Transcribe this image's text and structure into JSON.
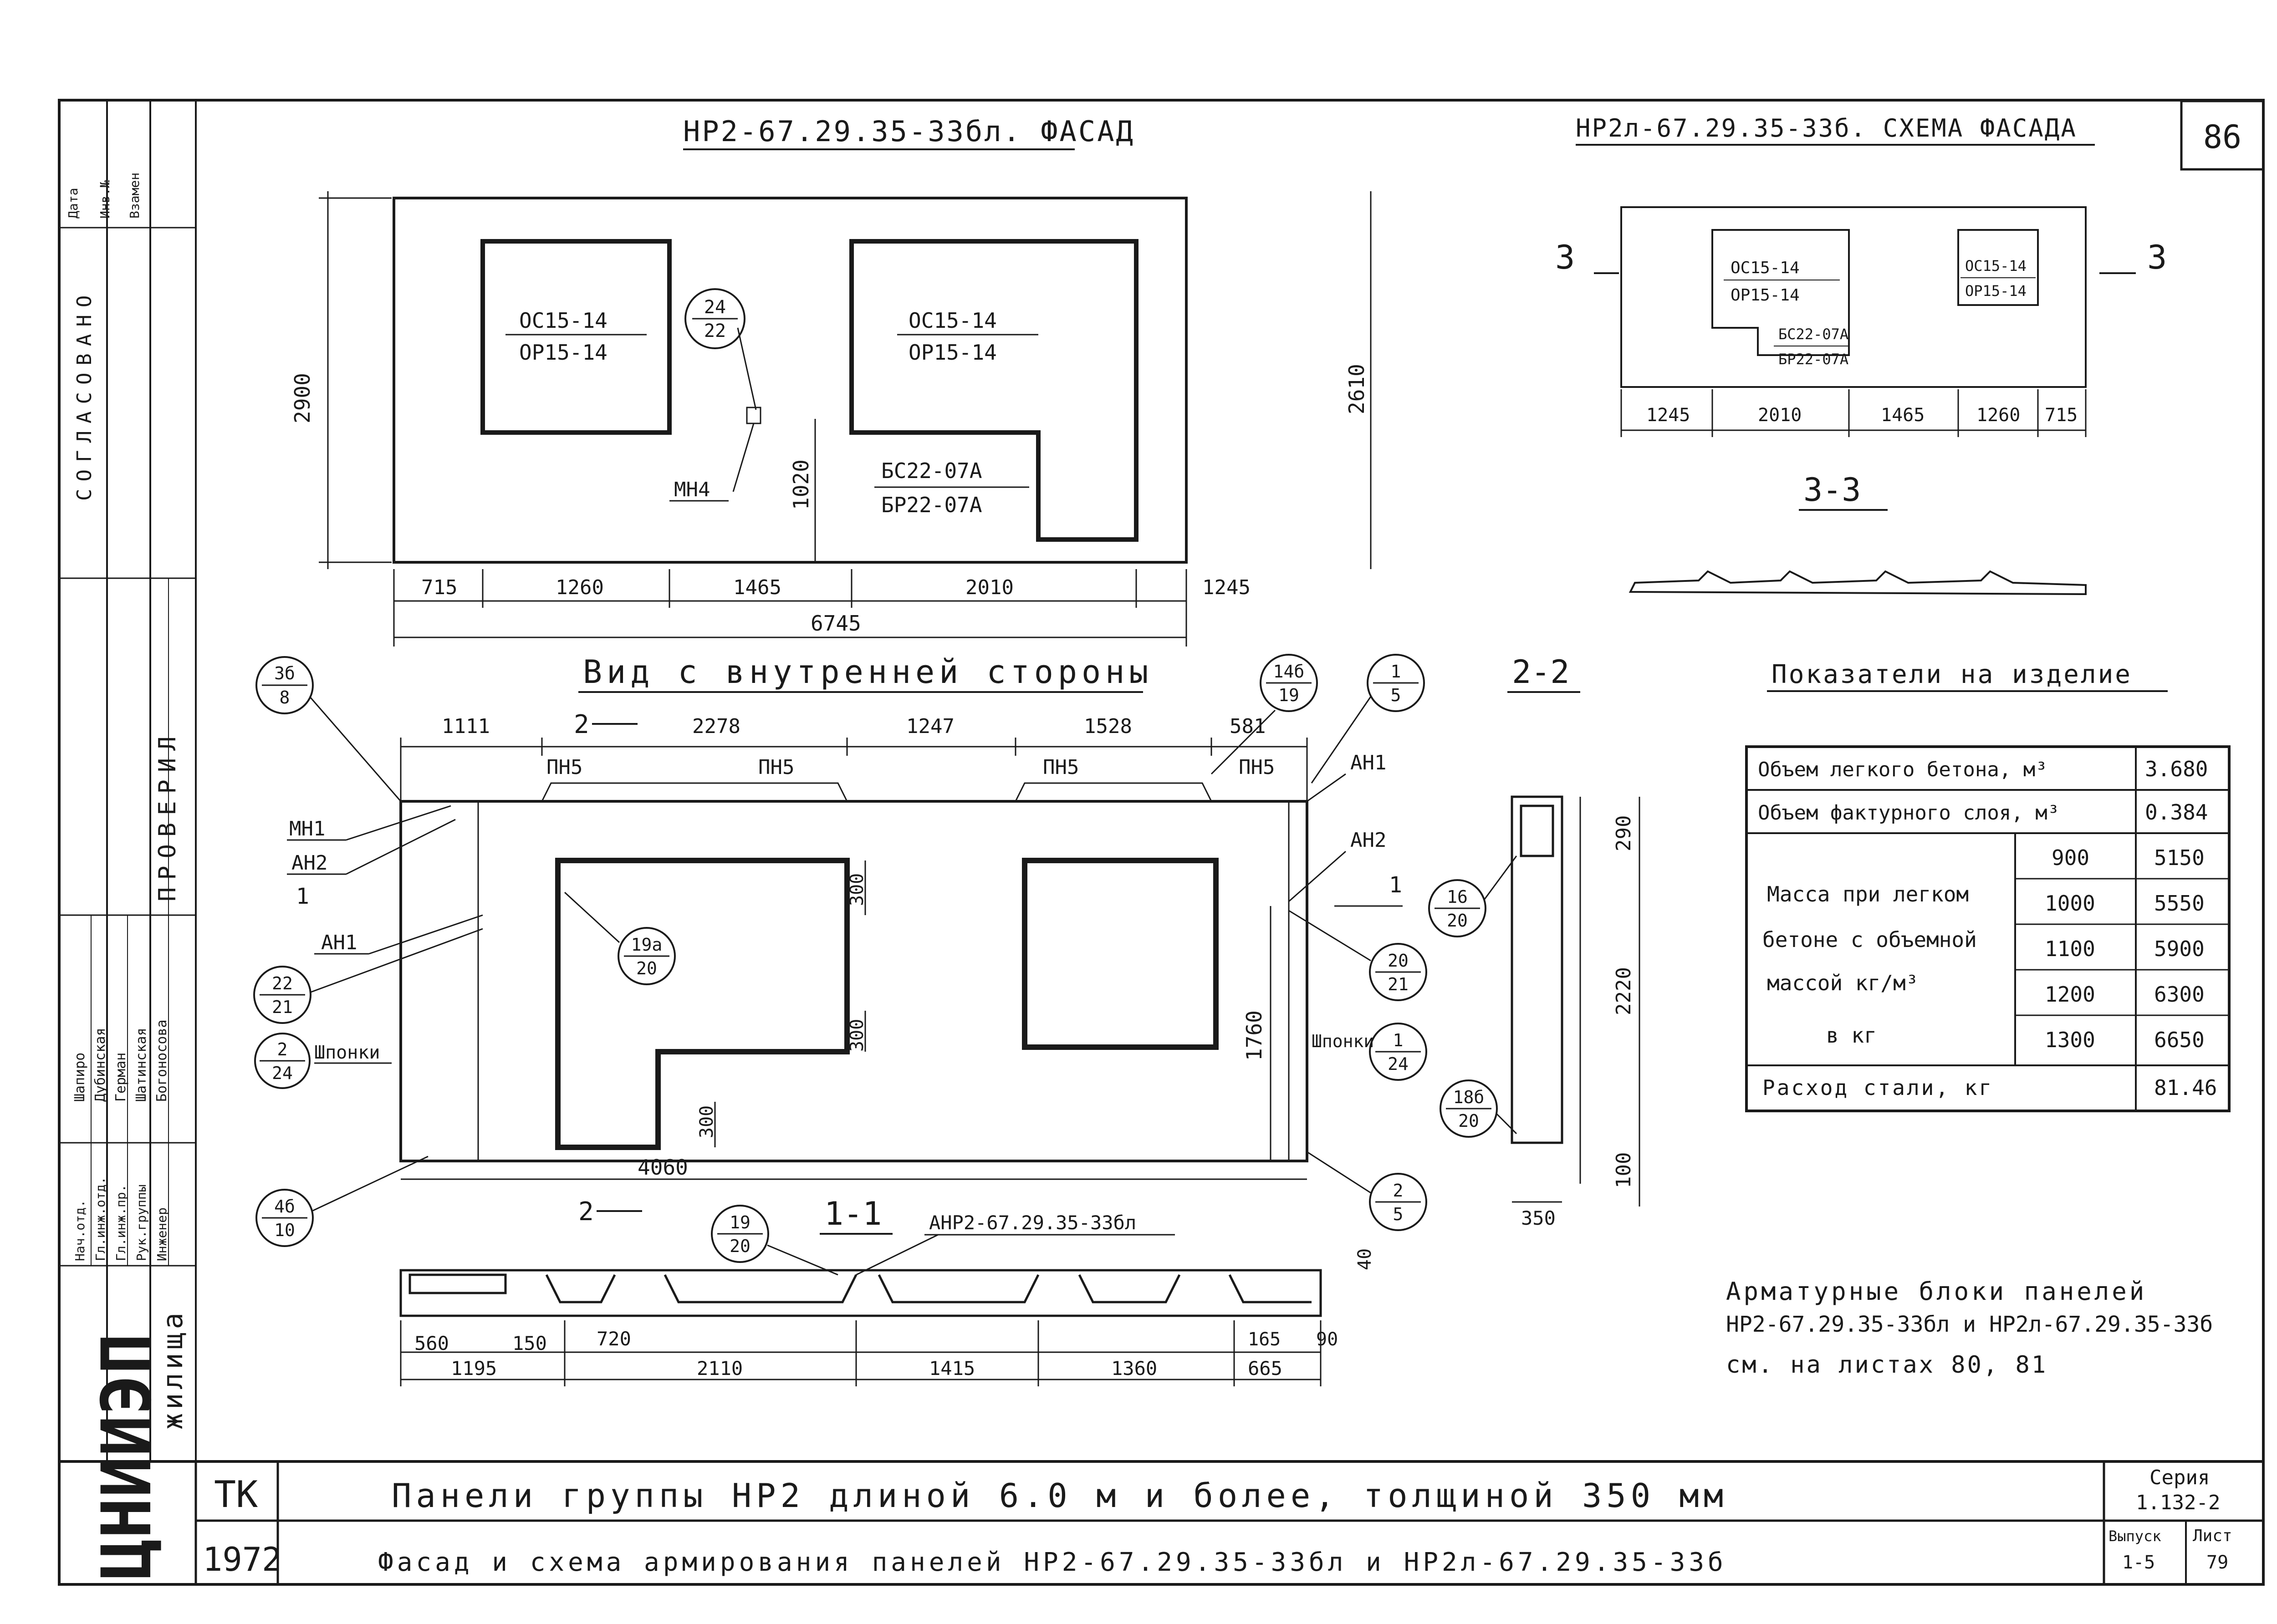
{
  "sheet_number": "86",
  "facade": {
    "title": "НР2-67.29.35-33бл. ФАСАД",
    "window1": {
      "top": "ОС15-14",
      "bottom": "ОР15-14"
    },
    "window2": {
      "top": "ОС15-14",
      "bottom": "ОР15-14"
    },
    "door": {
      "top": "БС22-07А",
      "bottom": "БР22-07А"
    },
    "callout": {
      "top": "24",
      "bottom": "22"
    },
    "mark_mn4": "МН4",
    "dim_height_left": "2900",
    "dim_height_right": "2610",
    "dim_1020": "1020",
    "dims_bottom": [
      "715",
      "1260",
      "1465",
      "2010",
      "1245"
    ],
    "dim_total": "6745"
  },
  "scheme": {
    "title": "НР2л-67.29.35-33б. СХЕМА ФАСАДА",
    "section_mark": "3",
    "window1": {
      "top": "ОС15-14",
      "bottom": "ОР15-14"
    },
    "window2": {
      "top": "ОС15-14",
      "bottom": "ОР15-14"
    },
    "door": {
      "top": "БС22-07А",
      "bottom": "БР22-07А"
    },
    "dims_bottom": [
      "1245",
      "2010",
      "1465",
      "1260",
      "715"
    ],
    "section_title": "3-3"
  },
  "inner_view": {
    "title": "Вид с внутренней стороны",
    "section_label": "2",
    "dims_top": [
      "1111",
      "2278",
      "1247",
      "1528",
      "581"
    ],
    "pn5_label": "ПН5",
    "callouts": [
      {
        "top": "3б",
        "bottom": "8"
      },
      {
        "top": "14б",
        "bottom": "19"
      },
      {
        "top": "1",
        "bottom": "5"
      },
      {
        "top": "19а",
        "bottom": "20"
      },
      {
        "top": "22",
        "bottom": "21"
      },
      {
        "top": "2",
        "bottom": "24"
      },
      {
        "top": "20",
        "bottom": "21"
      },
      {
        "top": "1",
        "bottom": "24"
      },
      {
        "top": "4б",
        "bottom": "10"
      },
      {
        "top": "2",
        "bottom": "5"
      }
    ],
    "labels": {
      "mn1": "МН1",
      "an2": "АН2",
      "an1": "АН1",
      "shponki": "Шпонки",
      "section_1": "1"
    },
    "dim_300_a": "300",
    "dim_300_b": "300",
    "dim_300_c": "300",
    "dim_1760": "1760",
    "dim_4060": "4060"
  },
  "section_2_2": {
    "title": "2-2",
    "callout_a": {
      "top": "16",
      "bottom": "20"
    },
    "callout_b": {
      "top": "18б",
      "bottom": "20"
    },
    "dims": [
      "290",
      "2220",
      "100",
      "350"
    ]
  },
  "section_1_1": {
    "title": "1-1",
    "block_label": "АНР2-67.29.35-33бл",
    "callout": {
      "top": "19",
      "bottom": "20"
    },
    "dim_40": "40",
    "dims_upper": [
      "560",
      "150",
      "720",
      "165",
      "90"
    ],
    "dims_lower": [
      "1195",
      "2110",
      "1415",
      "1360",
      "665"
    ]
  },
  "indicators": {
    "title": "Показатели на изделие",
    "rows": [
      {
        "label": "Объем легкого бетона, м³",
        "value": "3.680"
      },
      {
        "label": "Объем фактурного слоя, м³",
        "value": "0.384"
      }
    ],
    "mass_label": [
      "Масса при легком",
      "бетоне с объемной",
      "массой кг/м³",
      "в кг"
    ],
    "mass_rows": [
      {
        "density": "900",
        "mass": "5150"
      },
      {
        "density": "1000",
        "mass": "5550"
      },
      {
        "density": "1100",
        "mass": "5900"
      },
      {
        "density": "1200",
        "mass": "6300"
      },
      {
        "density": "1300",
        "mass": "6650"
      }
    ],
    "steel_label": "Расход стали, кг",
    "steel_value": "81.46"
  },
  "note": {
    "line1": "Арматурные блоки панелей",
    "line2": "НР2-67.29.35-33бл и НР2л-67.29.35-33б",
    "line3": "см. на листах 80, 81"
  },
  "title_block": {
    "code": "ТК",
    "year": "1972",
    "title_line1": "Панели группы НР2 длиной 6.0 м и более, толщиной 350 мм",
    "title_line2": "Фасад и схема армирования панелей НР2-67.29.35-33бл и НР2л-67.29.35-33б",
    "series_label": "Серия",
    "series_value": "1.132-2",
    "issue_label": "Выпуск",
    "issue_value": "1-5",
    "sheet_label": "Лист",
    "sheet_value": "79",
    "org": "ЦНИИЭП",
    "org2": "жилища"
  },
  "side_stamp": {
    "agreed": "СОГЛАСОВАНО",
    "checked": "ПРОВЕРИЛ",
    "small_headers": [
      "Дата",
      "Инв.№",
      "Взамен"
    ],
    "roles": [
      "Нач.отд.",
      "Гл.инж.отд.",
      "Гл.инж.пр.",
      "Рук.группы",
      "Инженер"
    ],
    "names": [
      "Шапиро",
      "Дубинская",
      "Герман",
      "Шатинская",
      "Богоносова"
    ]
  }
}
